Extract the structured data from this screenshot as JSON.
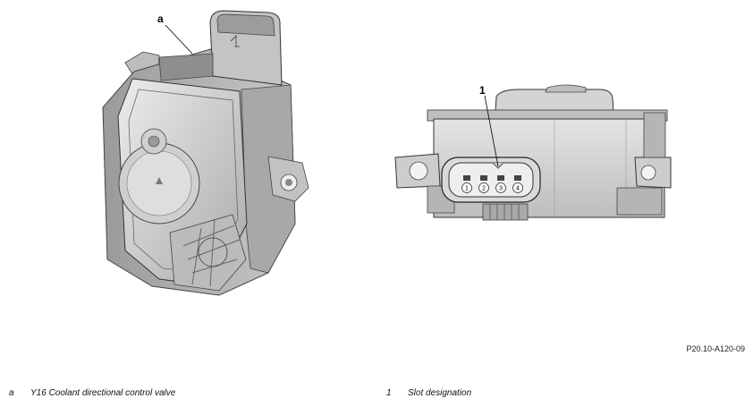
{
  "figure": {
    "callout_a": "a",
    "callout_1": "1",
    "pins": [
      "1",
      "2",
      "3",
      "4"
    ],
    "code": "P20.10-A120-09"
  },
  "legend": [
    {
      "key": "a",
      "text": "Y16 Coolant directional control valve"
    },
    {
      "key": "1",
      "text": "Slot designation"
    }
  ]
}
